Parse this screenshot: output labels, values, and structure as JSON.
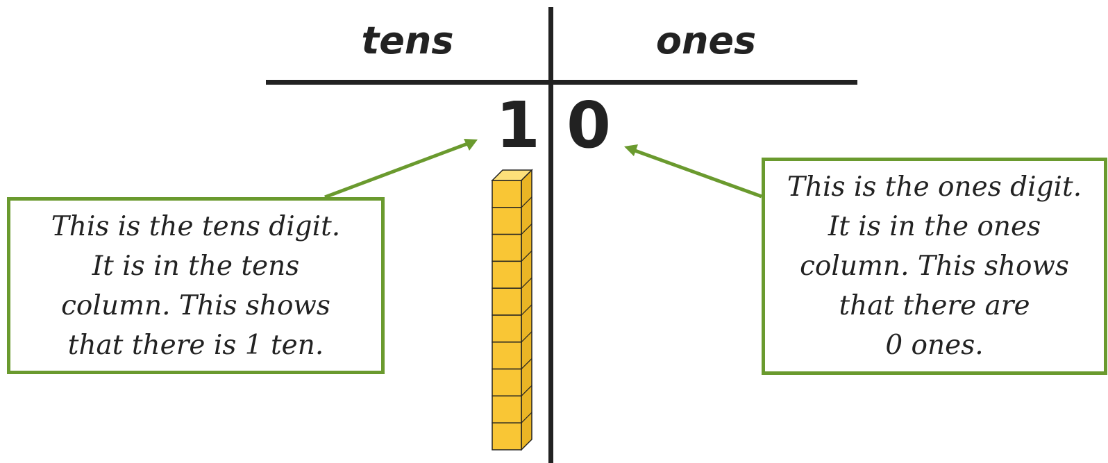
{
  "place_value_chart": {
    "headers": {
      "tens": "tens",
      "ones": "ones"
    },
    "digits": {
      "tens": "1",
      "ones": "0"
    }
  },
  "callouts": {
    "tens": {
      "lines": [
        "This is the tens digit.",
        "It is in the tens",
        "column. This shows",
        "that there is 1 ten."
      ]
    },
    "ones": {
      "lines": [
        "This is the ones digit.",
        "It is in the ones",
        "column. This shows",
        "that there are",
        "0 ones."
      ]
    }
  },
  "base_ten_rod": {
    "units": 10
  },
  "colors": {
    "callout_border": "#6a9a2e",
    "arrow": "#6a9a2e",
    "rod_fill": "#f9c635",
    "rod_top": "#fde07a",
    "rod_side": "#eab525",
    "ink": "#222222"
  }
}
